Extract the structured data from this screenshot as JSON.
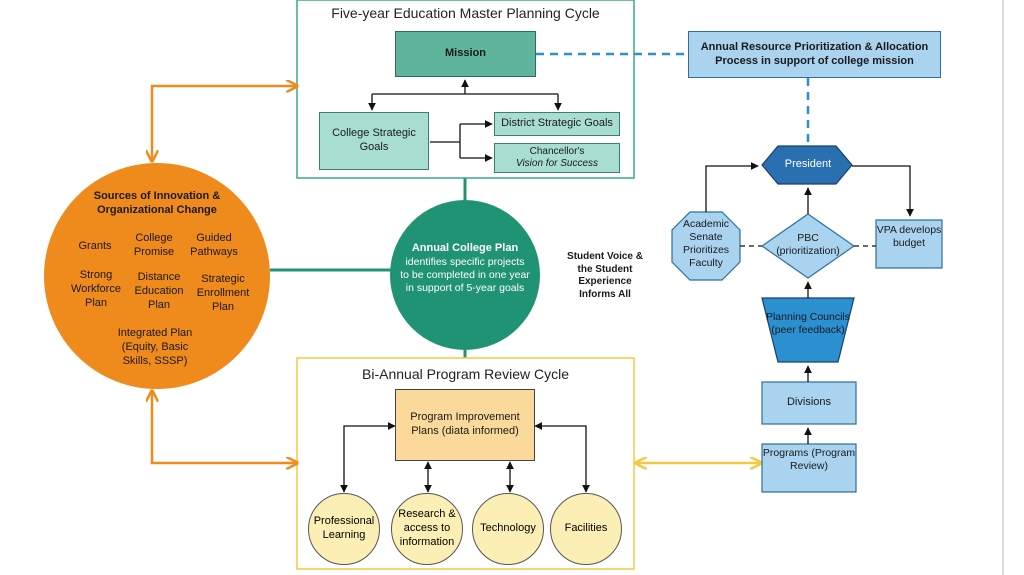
{
  "five_year": {
    "title": "Five-year Education Master Planning Cycle",
    "mission": "Mission",
    "college_goals": "College Strategic Goals",
    "district_goals": "District Strategic Goals",
    "chancellor_line1": "Chancellor's",
    "chancellor_line2": "Vision for Success"
  },
  "resource_box": "Annual Resource Prioritization & Allocation Process in support of college mission",
  "sources": {
    "title": "Sources of Innovation & Organizational Change",
    "grants": "Grants",
    "college_promise": "College Promise",
    "guided_pathways": "Guided Pathways",
    "strong_workforce": "Strong Workforce Plan",
    "distance_ed": "Distance Education Plan",
    "strategic_enrollment": "Strategic Enrollment Plan",
    "integrated_plan": "Integrated Plan (Equity, Basic Skills, SSSP)"
  },
  "annual_plan": {
    "title": "Annual College Plan",
    "body": "identifies specific projects to be completed in one year in support of 5-year goals"
  },
  "student_voice": "Student Voice & the Student Experience Informs All",
  "governance": {
    "president": "President",
    "academic_senate": "Academic Senate Prioritizes Faculty",
    "pbc": "PBC (prioritization)",
    "vpa": "VPA develops budget",
    "planning_councils": "Planning Councils (peer feedback)",
    "divisions": "Divisions",
    "programs": "Programs (Program Review)"
  },
  "review": {
    "title": "Bi-Annual Program Review Cycle",
    "pip": "Program Improvement Plans (diata informed)",
    "professional_learning": "Professional Learning",
    "research": "Research & access to information",
    "technology": "Technology",
    "facilities": "Facilities"
  },
  "colors": {
    "teal_border": "#3aa88a",
    "teal_dark": "#5fb49c",
    "teal_light": "#a8ded0",
    "annual_plan_circle": "#1f9373",
    "orange": "#ef8a1d",
    "yellow_border": "#f5c842",
    "blue_light": "#a9d3ef",
    "blue_dark": "#2a6fb0",
    "dashed_blue": "#2b8fd0"
  }
}
